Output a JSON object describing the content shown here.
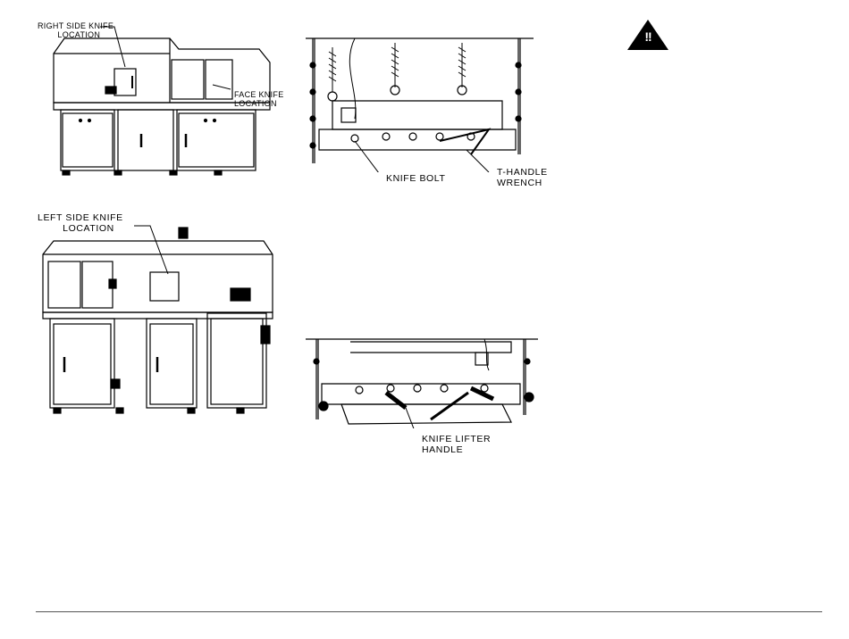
{
  "labels": {
    "right_side_knife": "RIGHT SIDE KNIFE\n        LOCATION",
    "face_knife": "FACE KNIFE\nLOCATION",
    "left_side_knife": "LEFT SIDE KNIFE\n        LOCATION",
    "knife_bolt": "KNIFE BOLT",
    "t_handle_wrench": "T-HANDLE\nWRENCH",
    "knife_lifter_handle": "KNIFE LIFTER\nHANDLE"
  },
  "warning": {
    "mark": "!!",
    "icon": "warning-triangle-icon"
  },
  "colors": {
    "ink": "#000000",
    "rule": "#555555"
  }
}
